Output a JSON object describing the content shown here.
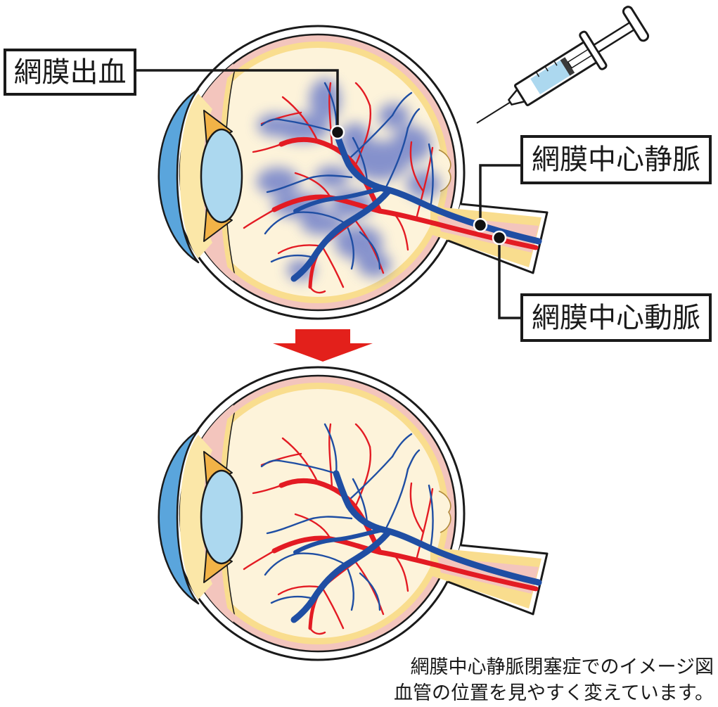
{
  "labels": {
    "retinal_hemorrhage": "網膜出血",
    "central_retinal_vein": "網膜中心静脈",
    "central_retinal_artery": "網膜中心動脈"
  },
  "caption": {
    "line1": "網膜中心静脈閉塞症でのイメージ図",
    "line2": "血管の位置を見やすく変えています。"
  },
  "icons": {
    "injection": "syringe-icon",
    "transition": "arrow-down-icon"
  },
  "colors": {
    "artery": "#e31b23",
    "vein": "#1f4ea3",
    "hemorrhage": "#3d57c4",
    "arrow": "#e3201b",
    "retina": "#f9dd8e",
    "choroid": "#f3c5bd",
    "vitreous": "#fdf3da",
    "lens": "#acd8ef",
    "cornea": "#5aa5dc",
    "iris": "#f2b347",
    "aqueous": "#fbe7a8",
    "outline": "#1a1a1a"
  }
}
